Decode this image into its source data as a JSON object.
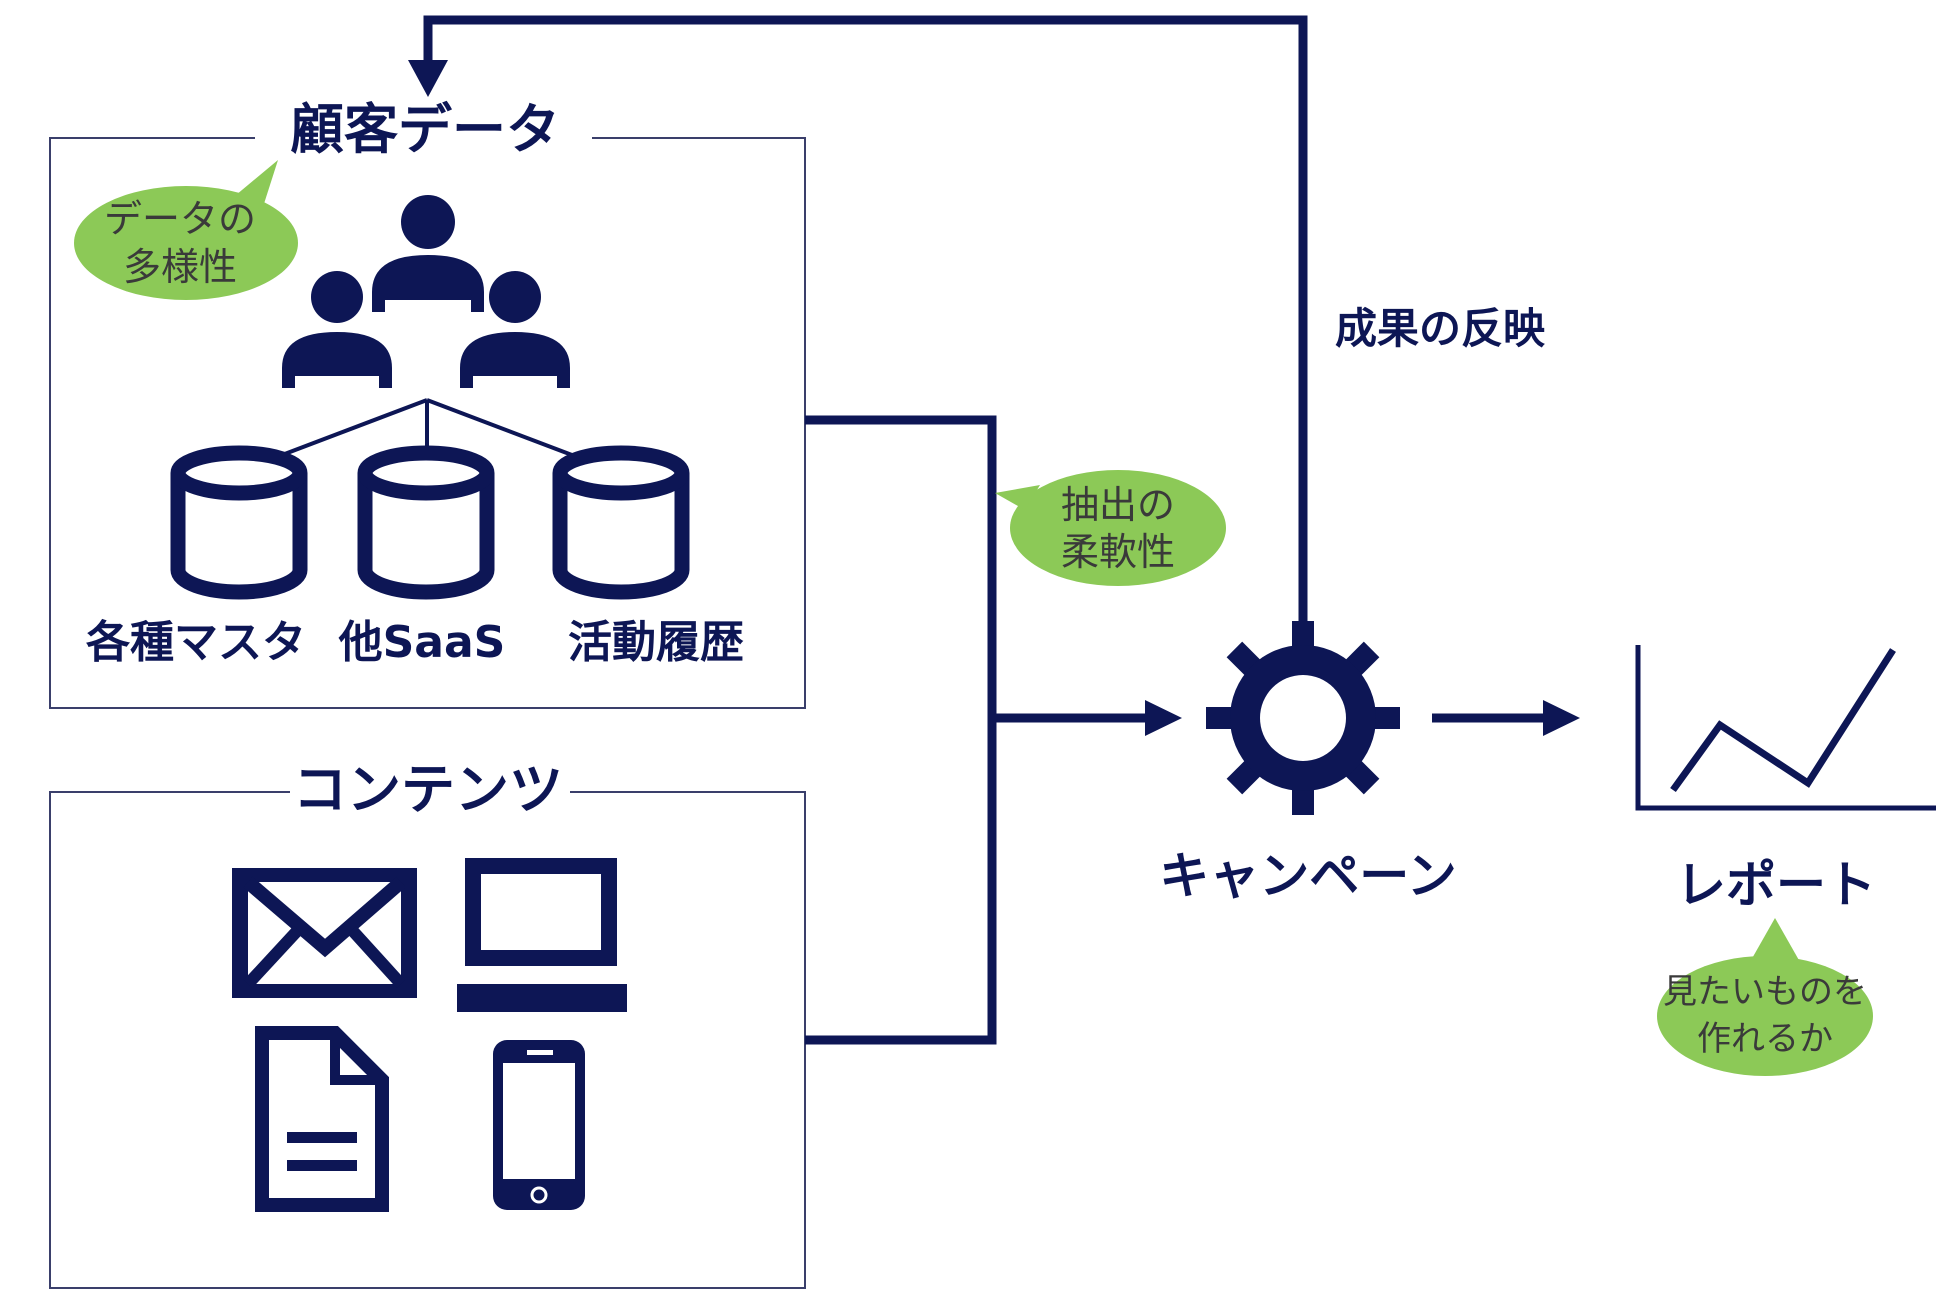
{
  "colors": {
    "navy": "#0d1655",
    "bubble_green": "#8cc957",
    "box_border": "#3a3f6b",
    "background": "#ffffff"
  },
  "customer_data": {
    "title": "顧客データ",
    "bubble": [
      "データの",
      "多様性"
    ],
    "sources": [
      {
        "label": "各種マスタ",
        "icon": "database-icon"
      },
      {
        "label": "他SaaS",
        "icon": "database-icon"
      },
      {
        "label": "活動履歴",
        "icon": "database-icon"
      }
    ],
    "people_icon": "people-group-icon"
  },
  "contents": {
    "title": "コンテンツ",
    "icons": [
      "envelope-icon",
      "laptop-icon",
      "document-icon",
      "smartphone-icon"
    ]
  },
  "extraction_bubble": [
    "抽出の",
    "柔軟性"
  ],
  "campaign": {
    "label": "キャンペーン",
    "icon": "gear-icon"
  },
  "feedback_label": "成果の反映",
  "report": {
    "label": "レポート",
    "icon": "line-chart-icon",
    "bubble": [
      "見たいものを",
      "作れるか"
    ]
  }
}
